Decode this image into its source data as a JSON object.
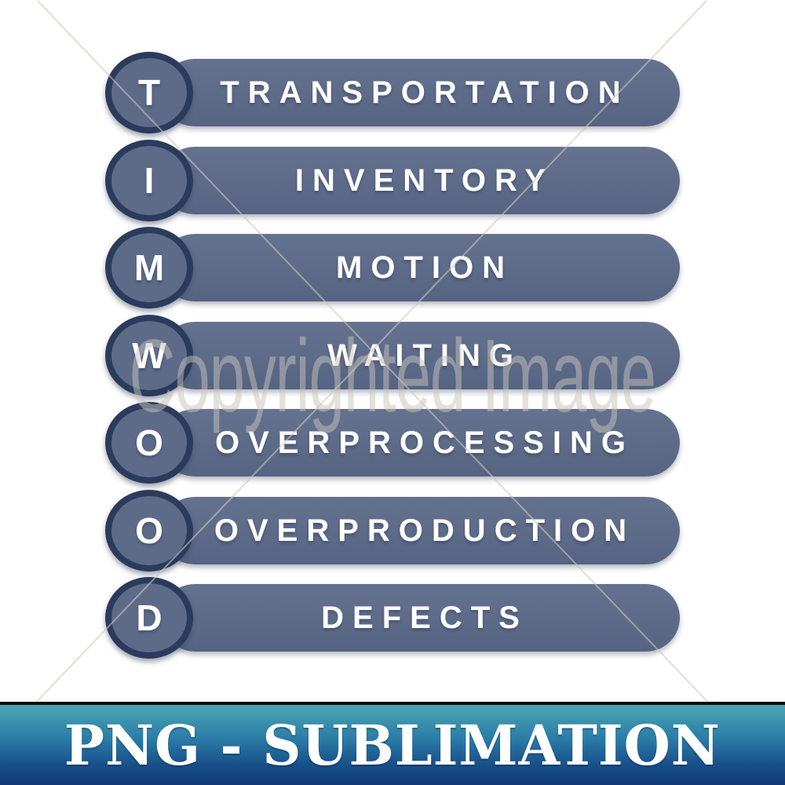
{
  "title": "TIMWOOD - 7 wastes acronym graphic",
  "rows": [
    {
      "letter": "T",
      "label": "TRANSPORTATION"
    },
    {
      "letter": "I",
      "label": "INVENTORY"
    },
    {
      "letter": "M",
      "label": "MOTION"
    },
    {
      "letter": "W",
      "label": "WAITING"
    },
    {
      "letter": "O",
      "label": "OVERPROCESSING"
    },
    {
      "letter": "O",
      "label": "OVERPRODUCTION"
    },
    {
      "letter": "D",
      "label": "DEFECTS"
    }
  ],
  "watermark": {
    "text": "Copyrighted Image"
  },
  "banner": {
    "label": "PNG - SUBLIMATION"
  },
  "colors": {
    "pill": "#5d6b89",
    "pill-top": "#64728f",
    "ring": "#2b3b5c",
    "letter": "#ffffff",
    "banner-top": "#4aa6b2",
    "banner-mid": "#2b7ca7",
    "banner-bottom": "#123a78"
  }
}
